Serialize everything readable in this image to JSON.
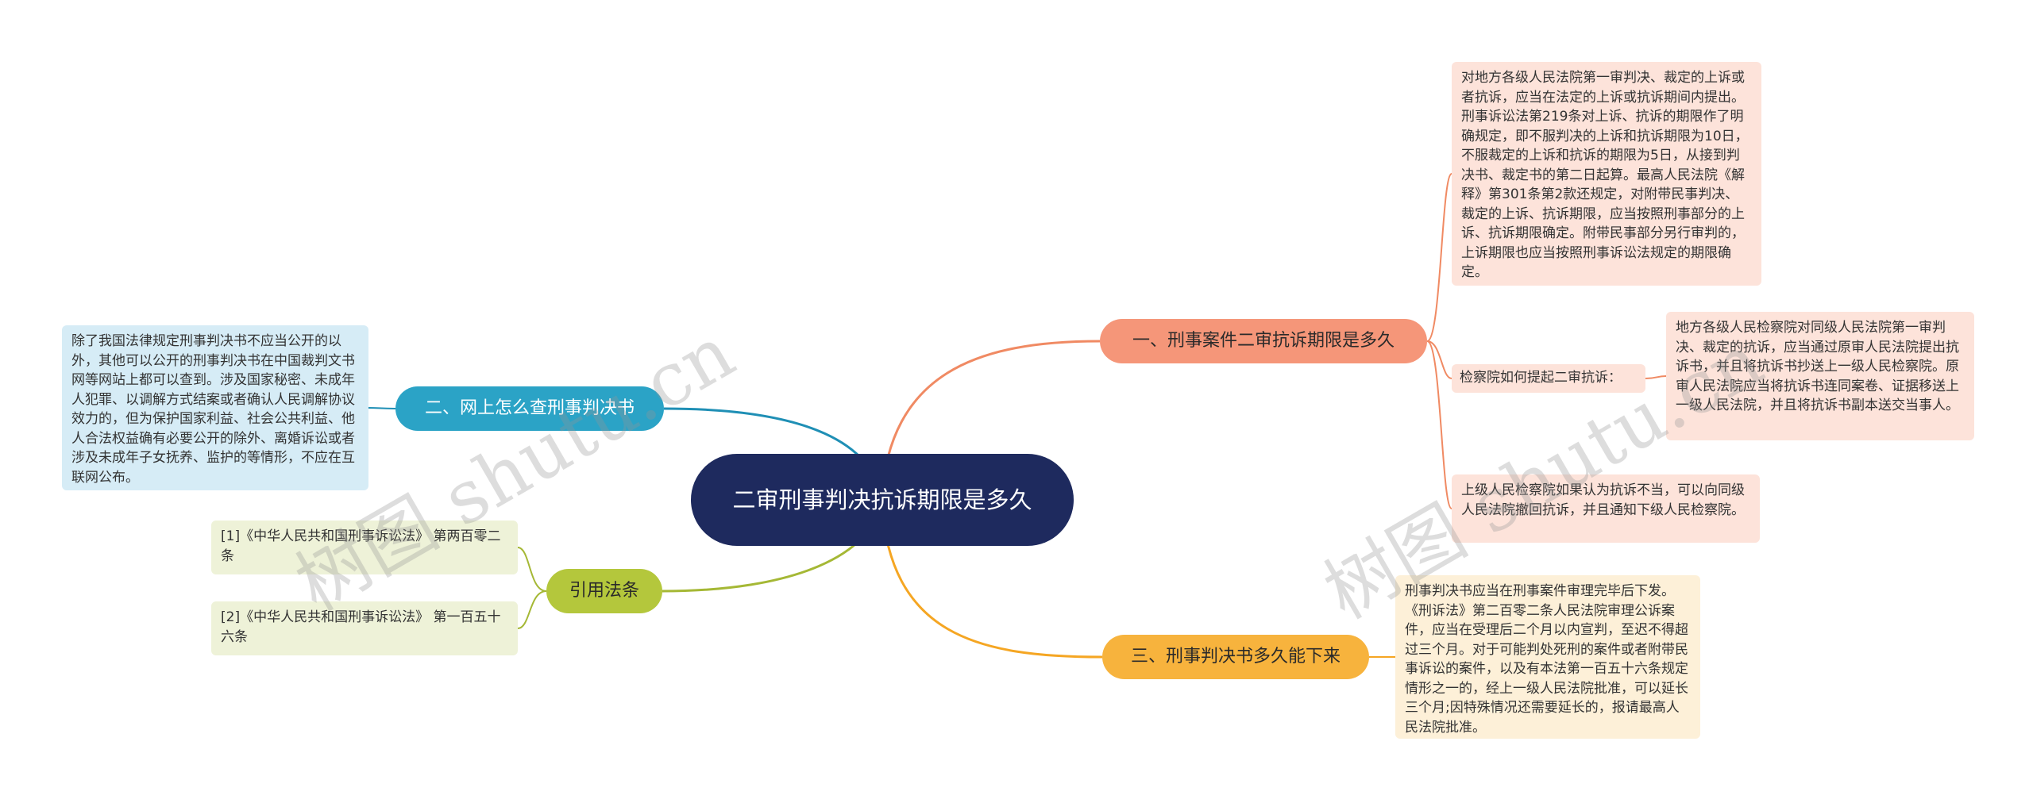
{
  "root": {
    "title": "二审刑事判决抗诉期限是多久"
  },
  "branches": {
    "b1": "一、刑事案件二审抗诉期限是多久",
    "b2": "二、网上怎么查刑事判决书",
    "b3": "三、刑事判决书多久能下来",
    "b4": "引用法条"
  },
  "leaves": {
    "b1_text": "对地方各级人民法院第一审判决、裁定的上诉或者抗诉，应当在法定的上诉或抗诉期间内提出。刑事诉讼法第219条对上诉、抗诉的期限作了明确规定，即不服判决的上诉和抗诉期限为10日，不服裁定的上诉和抗诉的期限为5日，从接到判决书、裁定书的第二日起算。最高人民法院《解释》第301条第2款还规定，对附带民事判决、裁定的上诉、抗诉期限，应当按照刑事部分的上诉、抗诉期限确定。附带民事部分另行审判的，上诉期限也应当按照刑事诉讼法规定的期限确定。",
    "b1_question": "检察院如何提起二审抗诉：",
    "b1_answer": "地方各级人民检察院对同级人民法院第一审判决、裁定的抗诉，应当通过原审人民法院提出抗诉书，并且将抗诉书抄送上一级人民检察院。原审人民法院应当将抗诉书连同案卷、证据移送上一级人民法院，并且将抗诉书副本送交当事人。",
    "b1_upper": "上级人民检察院如果认为抗诉不当，可以向同级人民法院撤回抗诉，并且通知下级人民检察院。",
    "b3_text": "刑事判决书应当在刑事案件审理完毕后下发。《刑诉法》第二百零二条人民法院审理公诉案件，应当在受理后二个月以内宣判，至迟不得超过三个月。对于可能判处死刑的案件或者附带民事诉讼的案件，以及有本法第一百五十六条规定情形之一的，经上一级人民法院批准，可以延长三个月;因特殊情况还需要延长的，报请最高人民法院批准。",
    "b2_text": "除了我国法律规定刑事判决书不应当公开的以外，其他可以公开的刑事判决书在中国裁判文书网等网站上都可以查到。涉及国家秘密、未成年人犯罪、以调解方式结案或者确认人民调解协议效力的，但为保护国家利益、社会公共利益、他人合法权益确有必要公开的除外、离婚诉讼或者涉及未成年子女抚养、监护的等情形，不应在互联网公布。",
    "law1": "[1]《中华人民共和国刑事诉讼法》 第两百零二条",
    "law2": "[2]《中华人民共和国刑事诉讼法》 第一百五十六条"
  },
  "watermark": "树图 shutu.cn",
  "colors": {
    "root": "#1e2a5e",
    "b1": "#f59679",
    "b2": "#2ba3c6",
    "b3": "#f7b33d",
    "b4": "#b4c73c"
  }
}
